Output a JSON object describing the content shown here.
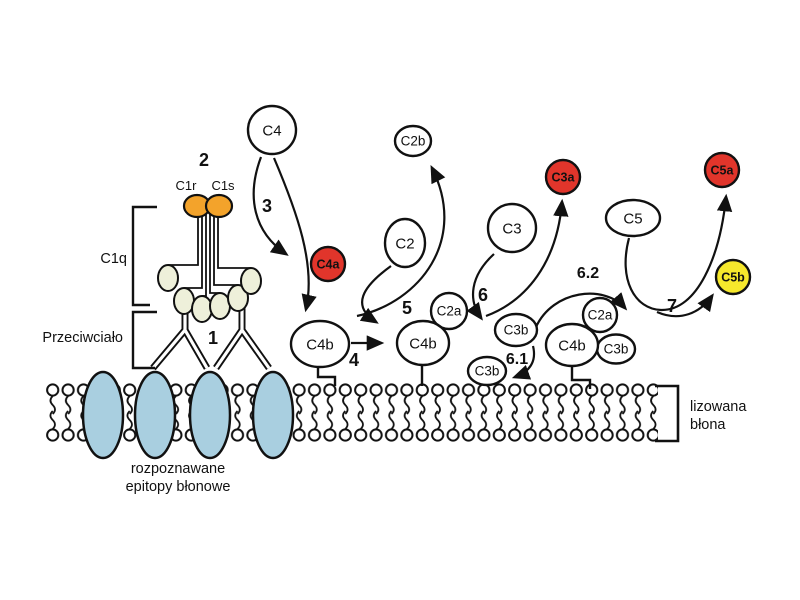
{
  "diagram": {
    "steps": {
      "s1": "1",
      "s2": "2",
      "s3": "3",
      "s4": "4",
      "s5": "5",
      "s6": "6",
      "s6_1": "6.1",
      "s6_2": "6.2",
      "s7": "7"
    },
    "proteins": {
      "c1r": "C1r",
      "c1s": "C1s",
      "c1q": "C1q",
      "c4": "C4",
      "c4a": "C4a",
      "c4b": "C4b",
      "c2": "C2",
      "c2a": "C2a",
      "c2b": "C2b",
      "c3": "C3",
      "c3a": "C3a",
      "c3b": "C3b",
      "c5": "C5",
      "c5a": "C5a",
      "c5b": "C5b"
    },
    "labels": {
      "antibody": "Przeciwciało",
      "epitopes_line1": "rozpoznawane",
      "epitopes_line2": "epitopy błonowe",
      "lysed_membrane_line1": "lizowana",
      "lysed_membrane_line2": "błona"
    },
    "colors": {
      "anaphylatoxin_fill": "#e1352b",
      "c5b_fill": "#f6e82c",
      "c1_enzyme_fill": "#f3a32b",
      "c1q_head_fill": "#eef0da",
      "epitope_fill": "#a9cfe0",
      "step_label": "#a23127",
      "line": "#111111"
    }
  }
}
